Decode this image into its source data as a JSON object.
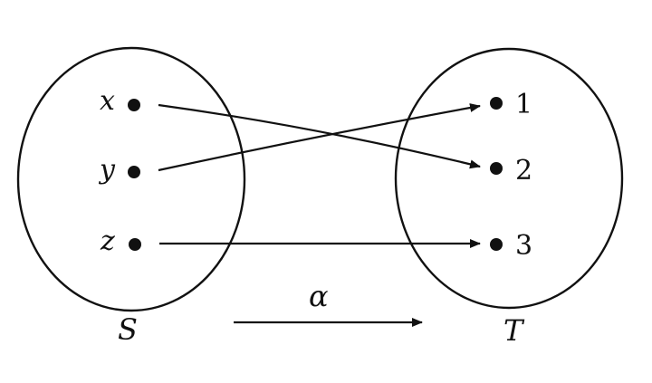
{
  "sets": {
    "domain": {
      "name": "S",
      "elements": [
        "x",
        "y",
        "z"
      ]
    },
    "codomain": {
      "name": "T",
      "elements": [
        "1",
        "2",
        "3"
      ]
    }
  },
  "mapping": {
    "name": "α",
    "pairs": [
      {
        "from": "x",
        "to": "2"
      },
      {
        "from": "y",
        "to": "1"
      },
      {
        "from": "z",
        "to": "3"
      }
    ]
  },
  "colors": {
    "ink": "#111111",
    "background": "#ffffff"
  }
}
